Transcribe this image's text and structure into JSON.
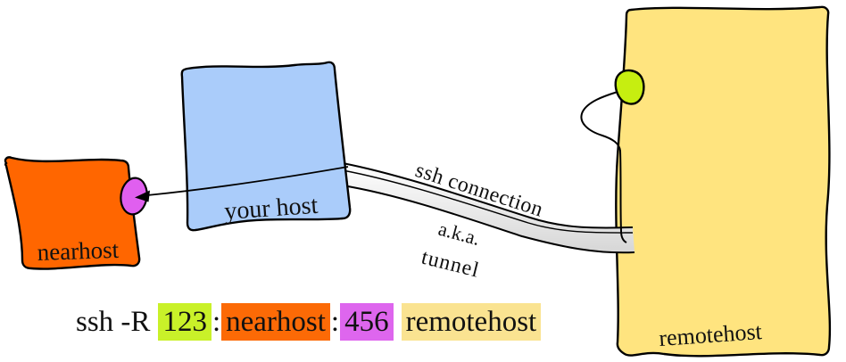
{
  "labels": {
    "nearhost": "nearhost",
    "yourhost": "your host",
    "remotehost": "remotehost",
    "tunnel_line1": "ssh connection",
    "tunnel_line2": "a.k.a.",
    "tunnel_line3": "tunnel"
  },
  "command": {
    "prefix": "ssh -R",
    "remote_listen_port": "123",
    "sep1": ":",
    "dest_host": "nearhost",
    "sep2": ":",
    "dest_port": "456",
    "ssh_server": "remotehost"
  },
  "colors": {
    "nearhost_fill": "#FF6600",
    "yourhost_fill": "#AACCFA",
    "remotehost_fill": "#FFE47F",
    "near_port_fill": "#E05FEF",
    "remote_port_fill": "#C6EE10",
    "tunnel_fill_light": "#FFFFFF",
    "tunnel_fill_dark": "#D6D6D6",
    "outline": "#000000",
    "cmd_highlight_remote_listen_port": "#C9F129",
    "cmd_highlight_dest_host": "#FC6A06",
    "cmd_highlight_dest_port": "#DE66EE",
    "cmd_highlight_ssh_server": "#FAE391"
  }
}
